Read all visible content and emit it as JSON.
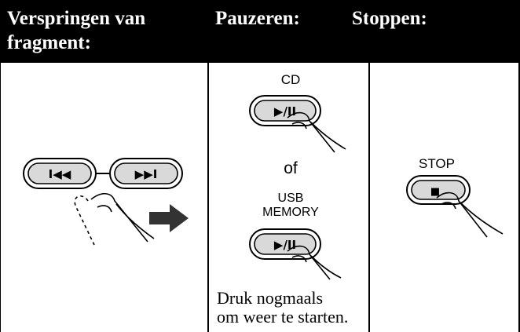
{
  "header": {
    "col1_line1": "Verspringen van",
    "col1_line2": "fragment:",
    "col2": "Pauzeren:",
    "col3": "Stoppen:"
  },
  "col1": {
    "prev_button_symbol": "I◀◀",
    "next_button_symbol": "▶▶I",
    "icons": [
      "skip-back-icon",
      "skip-forward-icon",
      "pressing-finger-icon",
      "arrow-right-icon"
    ]
  },
  "col2": {
    "cd_label": "CD",
    "play_pause_symbol": "▶/II",
    "or_text": "of",
    "usb_label_line1": "USB",
    "usb_label_line2": "MEMORY",
    "note_line1": "Druk nogmaals",
    "note_line2": "om weer te starten."
  },
  "col3": {
    "stop_label": "STOP",
    "stop_symbol": "■"
  }
}
